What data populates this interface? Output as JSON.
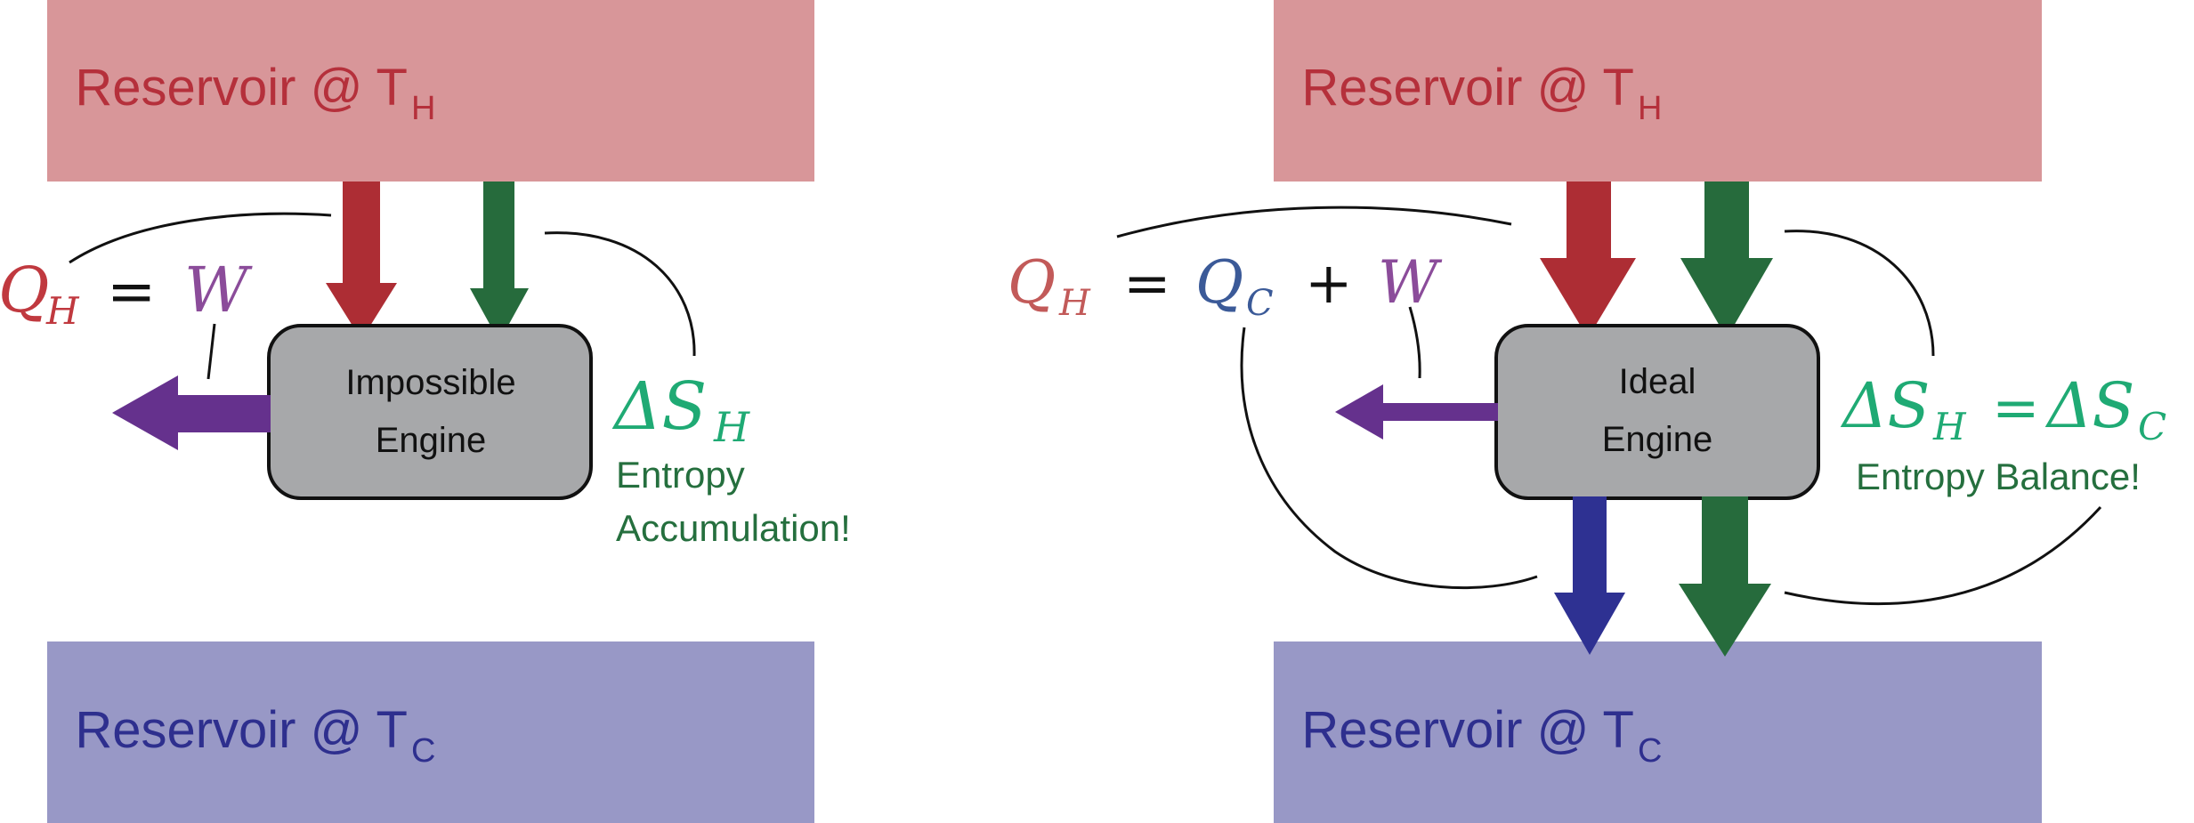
{
  "colors": {
    "hot_fill": "#d89699",
    "hot_text": "#b5303b",
    "cold_fill": "#9898c6",
    "cold_text": "#2e2f8e",
    "engine_fill": "#a7a8aa",
    "heat_arrow": "#ad2d34",
    "entropy_arrow": "#266b3c",
    "work_arrow": "#65318d",
    "cold_arrow": "#2e3192",
    "q_hot_text": "#c0393f",
    "q_hot_light": "#c25a59",
    "q_cold_text": "#3b5a98",
    "work_text": "#8b4c9a",
    "entropy_text": "#1faa74",
    "entropy_label": "#256f3e"
  },
  "left": {
    "hot_reservoir": {
      "label": "Reservoir @ T",
      "sub": "H"
    },
    "cold_reservoir": {
      "label": "Reservoir @ T",
      "sub": "C"
    },
    "engine": {
      "line1": "Impossible",
      "line2": "Engine"
    },
    "equation": {
      "q": "Q",
      "q_sub": "H",
      "eq": "=",
      "w": "W"
    },
    "entropy": {
      "symbol": "ΔS",
      "sub": "H",
      "line1": "Entropy",
      "line2": "Accumulation!"
    }
  },
  "right": {
    "hot_reservoir": {
      "label": "Reservoir @ T",
      "sub": "H"
    },
    "cold_reservoir": {
      "label": "Reservoir @ T",
      "sub": "C"
    },
    "engine": {
      "line1": "Ideal",
      "line2": "Engine"
    },
    "equation": {
      "qh": "Q",
      "qh_sub": "H",
      "eq": "=",
      "qc": "Q",
      "qc_sub": "C",
      "plus": "+",
      "w": "W"
    },
    "entropy": {
      "lhs": "ΔS",
      "lhs_sub": "H",
      "eq": "=",
      "rhs": "ΔS",
      "rhs_sub": "C",
      "label": "Entropy Balance!"
    }
  }
}
